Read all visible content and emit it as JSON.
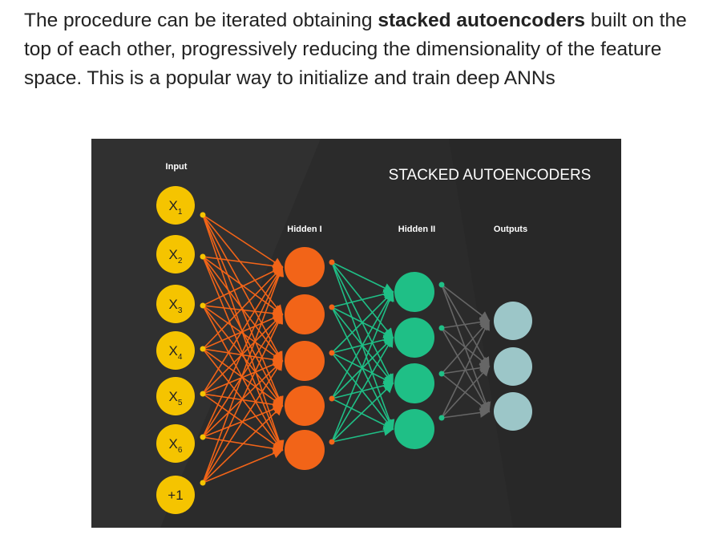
{
  "slide": {
    "text_before": "The procedure can be iterated obtaining ",
    "text_bold": "stacked autoencoders",
    "text_after": " built on the top of each other, progressively reducing the dimensionality of the feature space. This is a popular way to initialize and train deep ANNs"
  },
  "figure": {
    "title": "STACKED AUTOENCODERS",
    "layers": [
      {
        "label": "Input",
        "color": "#f5c400",
        "nodes": [
          "X1",
          "X2",
          "X3",
          "X4",
          "X5",
          "X6",
          "+1"
        ]
      },
      {
        "label": "Hidden I",
        "color": "#f26418",
        "nodes": [
          "",
          "",
          "",
          "",
          ""
        ]
      },
      {
        "label": "Hidden II",
        "color": "#1fbf86",
        "nodes": [
          "",
          "",
          "",
          ""
        ]
      },
      {
        "label": "Outputs",
        "color": "#9cc6c8",
        "nodes": [
          "",
          "",
          ""
        ]
      }
    ],
    "edge_colors": [
      "#f26418",
      "#1fbf86",
      "#666666"
    ]
  }
}
